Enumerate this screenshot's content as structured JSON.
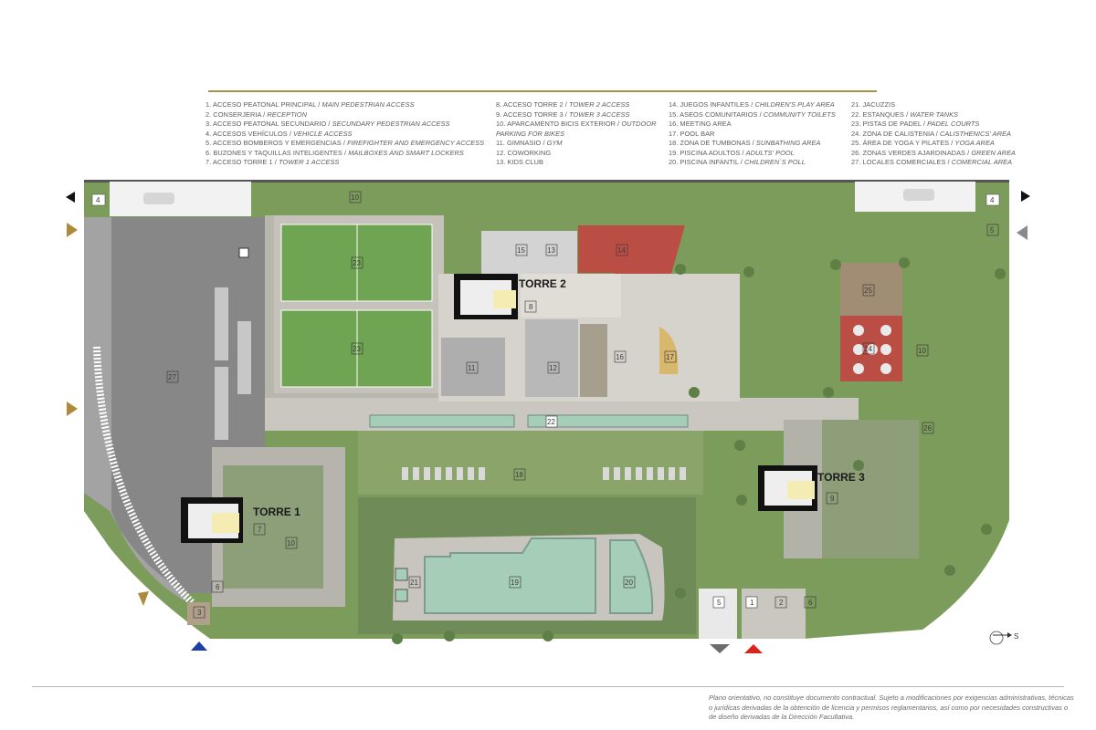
{
  "legend": {
    "col1": [
      {
        "es": "1. ACCESO PEATONAL PRINCIPAL / ",
        "en": "MAIN PEDESTRIAN ACCESS"
      },
      {
        "es": "2. CONSERJERIA / ",
        "en": "RECEPTION"
      },
      {
        "es": "3. ACCESO PEATONAL SECUNDARIO / ",
        "en": "SECUNDARY PEDESTRIAN ACCESS"
      },
      {
        "es": "4. ACCESOS VEHÍCULOS / ",
        "en": "VEHICLE ACCESS"
      },
      {
        "es": "5. ACCESO BOMBEROS Y EMERGENCIAS / ",
        "en": "FIREFIGHTER AND EMERGENCY ACCESS"
      },
      {
        "es": "6. BUZONES Y TAQUILLAS INTELIGENTES / ",
        "en": "MAILBOXES AND SMART LOCKERS"
      },
      {
        "es": "7. ACCESO TORRE 1 / ",
        "en": "TOWER 1 ACCESS"
      }
    ],
    "col2": [
      {
        "es": "8. ACCESO TORRE 2 / ",
        "en": "TOWER 2 ACCESS"
      },
      {
        "es": "9. ACCESO TORRE 3 / ",
        "en": "TOWER 3 ACCESS"
      },
      {
        "es": "10. APARCAMENTO BICIS EXTERIOR / ",
        "en": "OUTDOOR"
      },
      {
        "es": "",
        "en": "PARKING FOR BIKES"
      },
      {
        "es": "11. GIMNASIO / ",
        "en": "GYM"
      },
      {
        "es": "12. COWORKING",
        "en": ""
      },
      {
        "es": "13. KIDS CLUB",
        "en": ""
      }
    ],
    "col3": [
      {
        "es": "14. JUEGOS INFANTILES / ",
        "en": "CHILDREN'S PLAY AREA"
      },
      {
        "es": "15. ASEOS COMUNITARIOS / ",
        "en": "COMMUNITY TOILETS"
      },
      {
        "es": "16. MEETING AREA",
        "en": ""
      },
      {
        "es": "17. POOL BAR",
        "en": ""
      },
      {
        "es": "18. ZONA DE TUMBONAS / ",
        "en": "SUNBATHING AREA"
      },
      {
        "es": "19. PISCINA ADULTOS / ",
        "en": "ADULTS' POOL"
      },
      {
        "es": "20. PISCINA INFANTIL / ",
        "en": "CHILDREN´S POLL"
      }
    ],
    "col4": [
      {
        "es": "21. JACUZZIS",
        "en": ""
      },
      {
        "es": "22. ESTANQUES / ",
        "en": "WATER TANKS"
      },
      {
        "es": "23. PISTAS DE PADEL / ",
        "en": "PADEL COURTS"
      },
      {
        "es": "24. ZONA DE CALISTENIA / ",
        "en": "CALISTHENICS' AREA"
      },
      {
        "es": "25. ÁREA DE YOGA Y PILATES / ",
        "en": "YOGA AREA"
      },
      {
        "es": "26. ZONAS VERDES AJARDINADAS / ",
        "en": "GREEN AREA"
      },
      {
        "es": "27. LOCALES COMERCIALES / ",
        "en": "COMERCIAL AREA"
      }
    ]
  },
  "towers": [
    "TORRE 1",
    "TORRE 2",
    "TORRE 3"
  ],
  "north_label": "S",
  "disclaimer": "Plano orientativo, no constituye documento contractual. Sujeto a modificaciones por exigencias administrativas, técnicas o jurídicas derivadas de la obtención de licencia y permisos reglamentarios, así como por necesidades constructivas o de diseño derivadas de la Dirección Facultativa.",
  "colors": {
    "lawn": "#7c9c5c",
    "court": "#6fa453",
    "paving": "#cfcdc6",
    "building": "#868686",
    "play_red": "#bb4e44",
    "pool": "#a6cdb8",
    "accent_gold": "#a7924a"
  }
}
